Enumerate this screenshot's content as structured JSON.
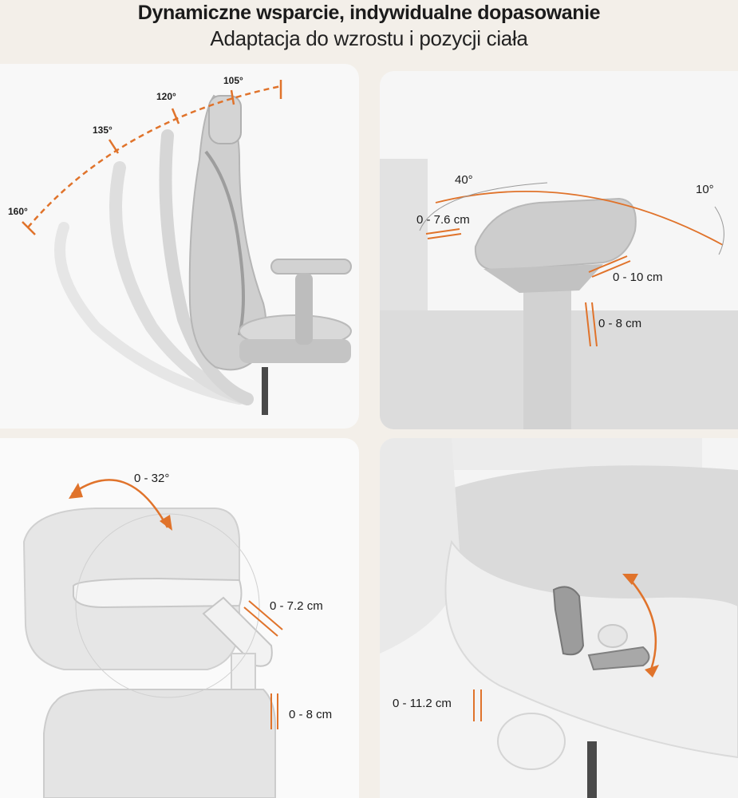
{
  "header": {
    "title": "Dynamiczne wsparcie, indywidualne dopasowanie",
    "subtitle": "Adaptacja do wzrostu i pozycji ciała"
  },
  "recline_panel": {
    "angles": [
      "160°",
      "135°",
      "120°",
      "105°"
    ]
  },
  "armrest_panel": {
    "rotation_left": "40°",
    "rotation_right": "10°",
    "slide": "0 - 7.6 cm",
    "depth": "0 - 10 cm",
    "height": "0 - 8 cm"
  },
  "headrest_panel": {
    "tilt": "0 - 32°",
    "depth": "0 - 7.2 cm",
    "height": "0 - 8 cm"
  },
  "seat_panel": {
    "height": "0 - 11.2 cm"
  },
  "colors": {
    "accent_orange": "#e0732b",
    "background": "#f3efe9",
    "panel": "#f8f8f8",
    "chair_gray": "#c9c9c9"
  }
}
